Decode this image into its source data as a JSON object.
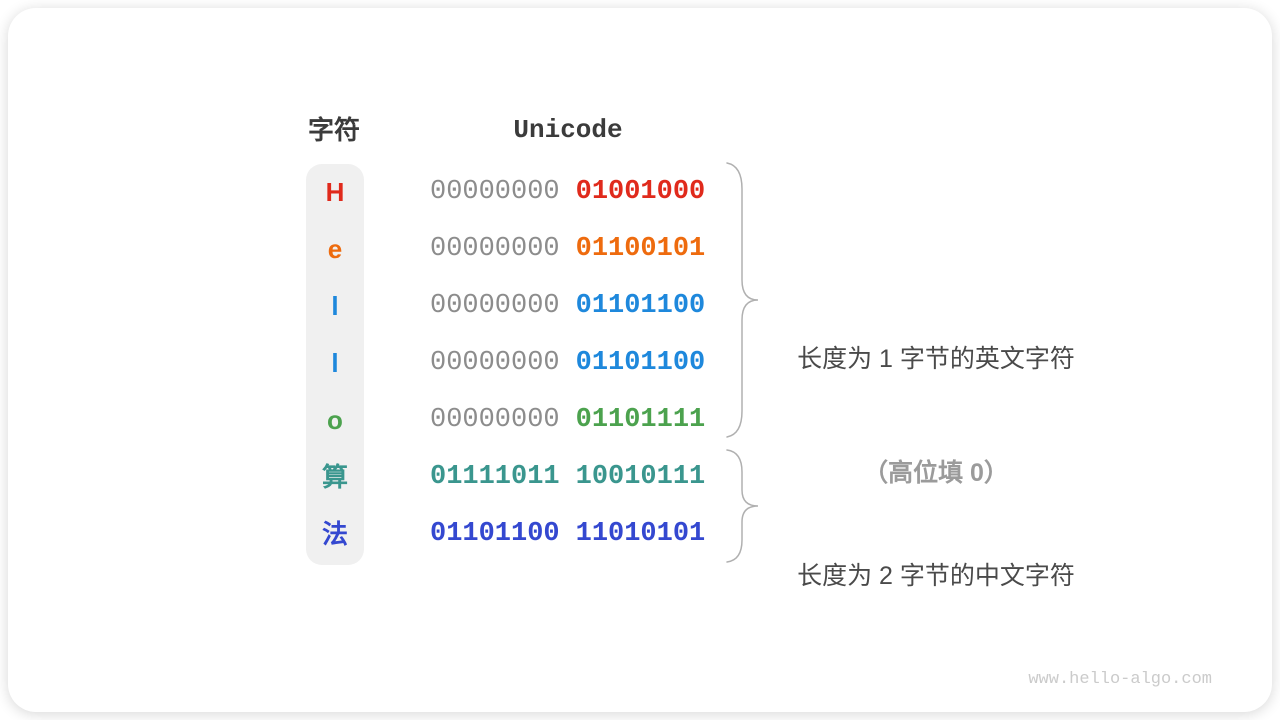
{
  "header": {
    "char_column": "字符",
    "unicode_column": "Unicode"
  },
  "table": {
    "rows": [
      {
        "char": "H",
        "color": "#e02a1c",
        "bytes": [
          {
            "text": "00000000",
            "color": "#8c8c8c",
            "weight": "normal"
          },
          {
            "text": "01001000",
            "color": "#e02a1c",
            "weight": "bold"
          }
        ]
      },
      {
        "char": "e",
        "color": "#ee6b0e",
        "bytes": [
          {
            "text": "00000000",
            "color": "#8c8c8c",
            "weight": "normal"
          },
          {
            "text": "01100101",
            "color": "#ee6b0e",
            "weight": "bold"
          }
        ]
      },
      {
        "char": "l",
        "color": "#1e88dc",
        "bytes": [
          {
            "text": "00000000",
            "color": "#8c8c8c",
            "weight": "normal"
          },
          {
            "text": "01101100",
            "color": "#1e88dc",
            "weight": "bold"
          }
        ]
      },
      {
        "char": "l",
        "color": "#1e88dc",
        "bytes": [
          {
            "text": "00000000",
            "color": "#8c8c8c",
            "weight": "normal"
          },
          {
            "text": "01101100",
            "color": "#1e88dc",
            "weight": "bold"
          }
        ]
      },
      {
        "char": "o",
        "color": "#4ca24e",
        "bytes": [
          {
            "text": "00000000",
            "color": "#8c8c8c",
            "weight": "normal"
          },
          {
            "text": "01101111",
            "color": "#4ca24e",
            "weight": "bold"
          }
        ]
      },
      {
        "char": "算",
        "color": "#3a968e",
        "bytes": [
          {
            "text": "01111011",
            "color": "#3a968e",
            "weight": "bold"
          },
          {
            "text": "10010111",
            "color": "#3a968e",
            "weight": "bold"
          }
        ]
      },
      {
        "char": "法",
        "color": "#3448d0",
        "bytes": [
          {
            "text": "01101100",
            "color": "#3448d0",
            "weight": "bold"
          },
          {
            "text": "11010101",
            "color": "#3448d0",
            "weight": "bold"
          }
        ]
      }
    ]
  },
  "annotations": {
    "english": {
      "line1": "长度为 1 字节的英文字符",
      "line2": "（高位填 0）"
    },
    "chinese": {
      "line1": "长度为 2 字节的中文字符"
    }
  },
  "footer": {
    "watermark": "www.hello-algo.com"
  },
  "colors": {
    "header_text": "#3b3b3b",
    "gray_byte": "#8c8c8c",
    "brace": "#b0b0b0",
    "char_column_bg": "#f0f0f0",
    "annotation_text": "#4a4a4a",
    "annotation_muted": "#9b9b9b",
    "watermark": "#cbcbcb"
  }
}
